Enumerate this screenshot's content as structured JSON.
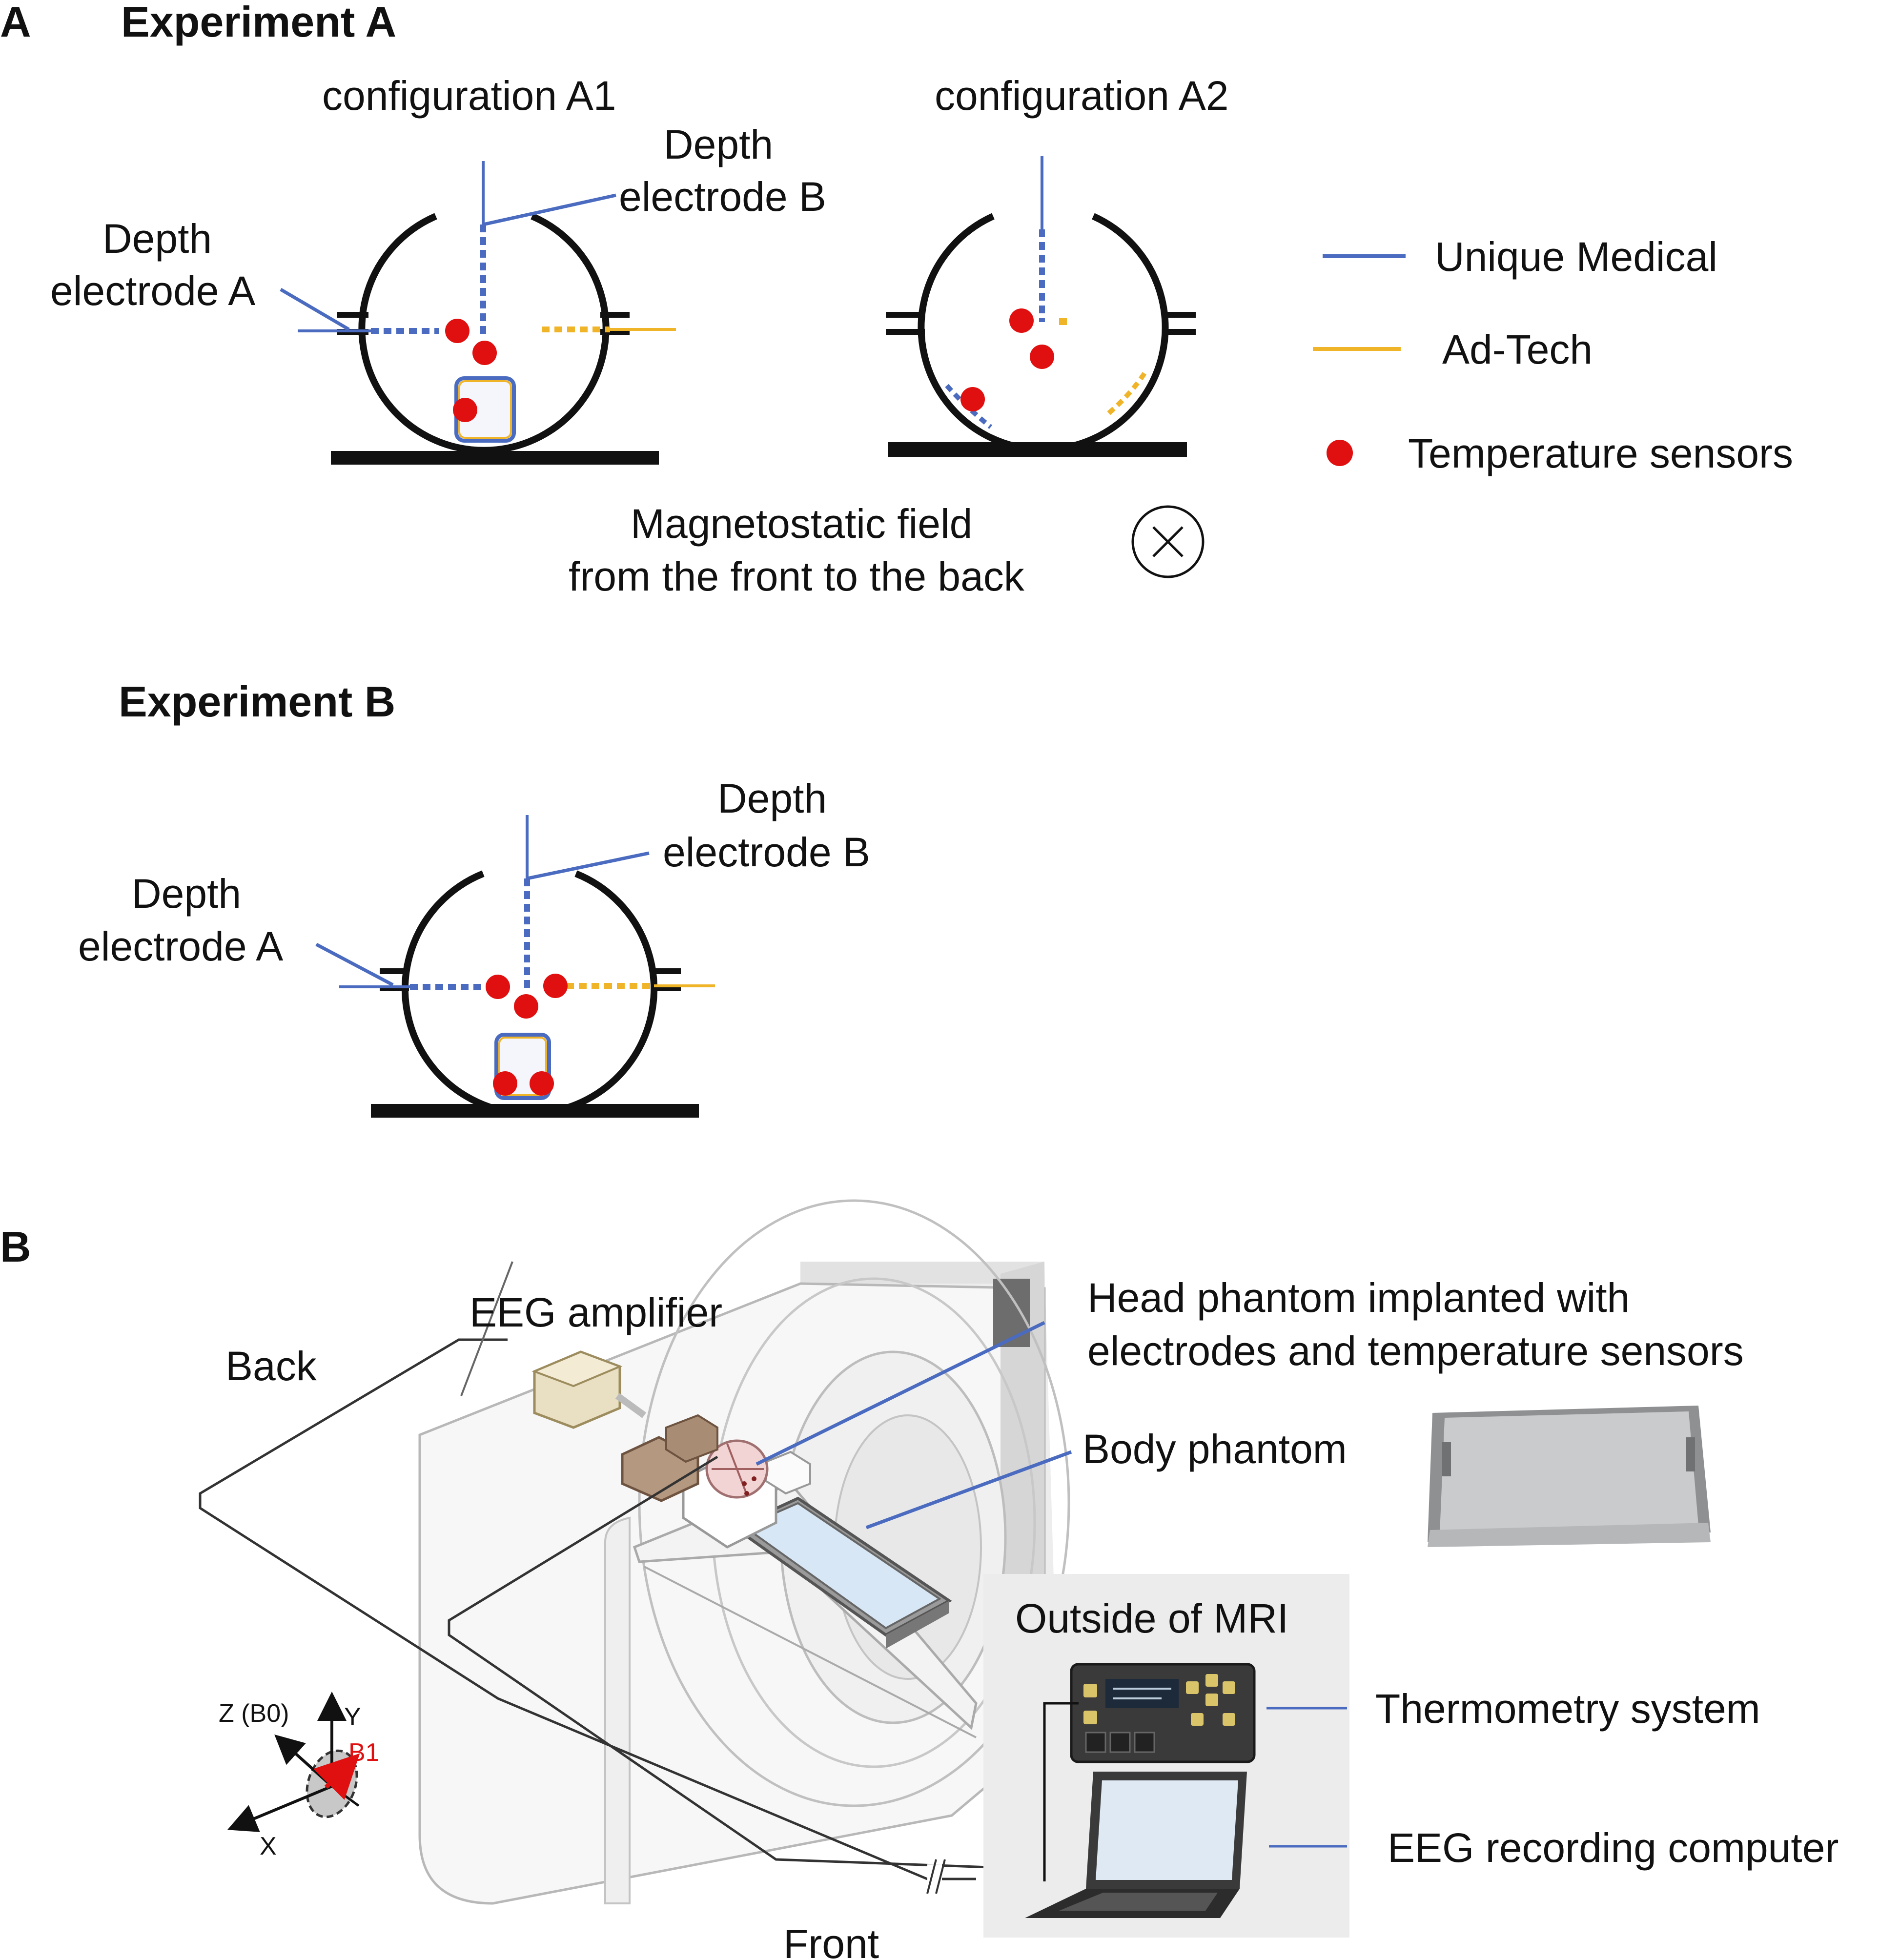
{
  "panel_a": {
    "letter": "A",
    "experiment_a": {
      "title": "Experiment A",
      "config_a1": {
        "title": "configuration A1",
        "label_depth_b": [
          "Depth",
          "electrode B"
        ],
        "label_depth_a": [
          "Depth",
          "electrode A"
        ]
      },
      "config_a2": {
        "title": "configuration A2"
      },
      "field_label": [
        "Magnetostatic field",
        "from the front to the back"
      ]
    },
    "legend": {
      "unique_medical": "Unique Medical",
      "ad_tech": "Ad-Tech",
      "temperature_sensors": "Temperature sensors"
    },
    "experiment_b": {
      "title": "Experiment B",
      "label_depth_b": [
        "Depth",
        "electrode B"
      ],
      "label_depth_a": [
        "Depth",
        "electrode A"
      ]
    }
  },
  "panel_b": {
    "letter": "B",
    "eeg_amplifier": "EEG amplifier",
    "back": "Back",
    "front": "Front",
    "head_phantom": [
      "Head phantom implanted with",
      "electrodes and temperature sensors"
    ],
    "body_phantom": "Body phantom",
    "outside_mri": "Outside of MRI",
    "thermometry": "Thermometry system",
    "eeg_computer": "EEG recording computer",
    "axes": {
      "z": "Z (B0)",
      "y": "Y",
      "x": "X",
      "b1": "B1"
    }
  },
  "colors": {
    "unique_medical": "#4a6bbf",
    "ad_tech": "#f0b429",
    "sensor": "#e01010",
    "b1_arrow": "#e01010"
  }
}
